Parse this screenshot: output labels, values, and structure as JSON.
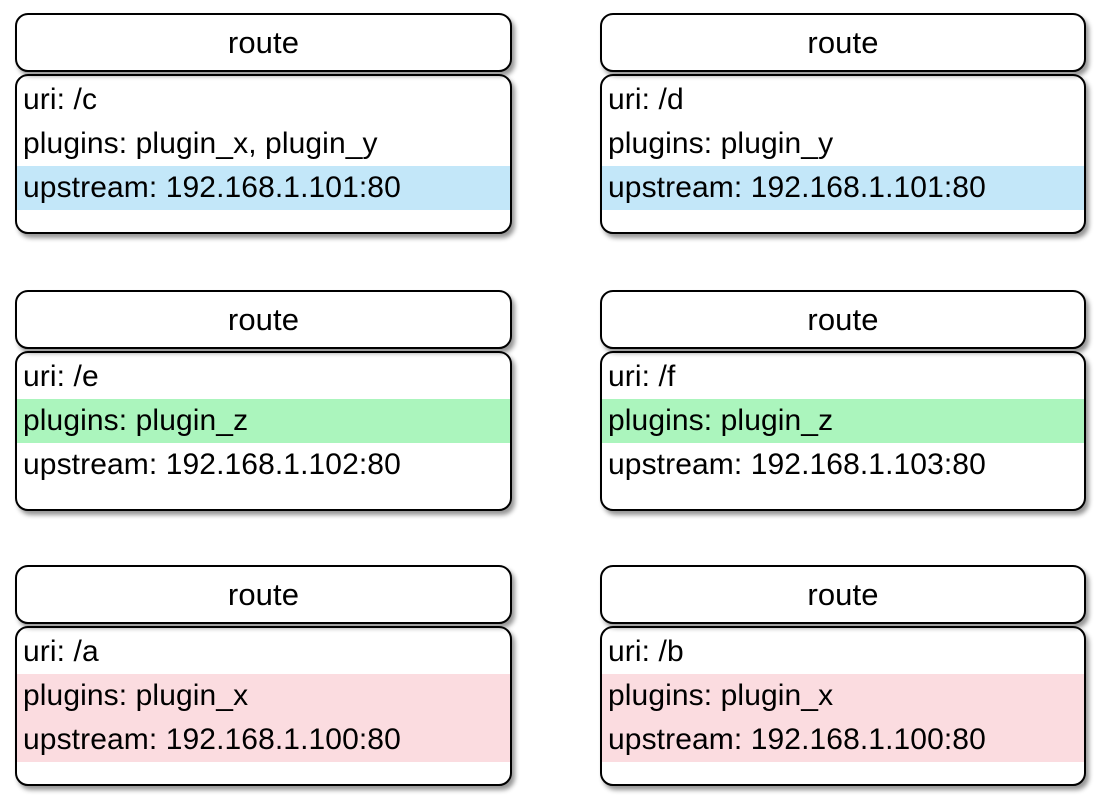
{
  "diagram": {
    "type": "uml-class-cards",
    "card_label": "route",
    "background_color": "#ffffff",
    "border_color": "#000000",
    "highlight_colors": {
      "blue": "#c3e7f9",
      "green": "#abf5bd",
      "pink": "#fbdce0",
      "none": "transparent"
    },
    "grid": {
      "rows": 3,
      "columns": 2
    }
  },
  "cards": [
    {
      "id": "route-c",
      "position": "row1-col1",
      "title": "route",
      "rows": [
        {
          "label": "uri",
          "text": "uri: /c",
          "highlight": "none"
        },
        {
          "label": "plugins",
          "text": "plugins: plugin_x, plugin_y",
          "highlight": "none"
        },
        {
          "label": "upstream",
          "text": "upstream: 192.168.1.101:80",
          "highlight": "blue"
        }
      ],
      "uri": "/c",
      "plugins": "plugin_x, plugin_y",
      "upstream": "192.168.1.101:80"
    },
    {
      "id": "route-d",
      "position": "row1-col2",
      "title": "route",
      "rows": [
        {
          "label": "uri",
          "text": "uri: /d",
          "highlight": "none"
        },
        {
          "label": "plugins",
          "text": "plugins: plugin_y",
          "highlight": "none"
        },
        {
          "label": "upstream",
          "text": "upstream: 192.168.1.101:80",
          "highlight": "blue"
        }
      ],
      "uri": "/d",
      "plugins": "plugin_y",
      "upstream": "192.168.1.101:80"
    },
    {
      "id": "route-e",
      "position": "row2-col1",
      "title": "route",
      "rows": [
        {
          "label": "uri",
          "text": "uri: /e",
          "highlight": "none"
        },
        {
          "label": "plugins",
          "text": "plugins: plugin_z",
          "highlight": "green"
        },
        {
          "label": "upstream",
          "text": "upstream: 192.168.1.102:80",
          "highlight": "none"
        }
      ],
      "uri": "/e",
      "plugins": "plugin_z",
      "upstream": "192.168.1.102:80"
    },
    {
      "id": "route-f",
      "position": "row2-col2",
      "title": "route",
      "rows": [
        {
          "label": "uri",
          "text": "uri: /f",
          "highlight": "none"
        },
        {
          "label": "plugins",
          "text": "plugins: plugin_z",
          "highlight": "green"
        },
        {
          "label": "upstream",
          "text": "upstream: 192.168.1.103:80",
          "highlight": "none"
        }
      ],
      "uri": "/f",
      "plugins": "plugin_z",
      "upstream": "192.168.1.103:80"
    },
    {
      "id": "route-a",
      "position": "row3-col1",
      "title": "route",
      "rows": [
        {
          "label": "uri",
          "text": "uri: /a",
          "highlight": "none"
        },
        {
          "label": "plugins",
          "text": "plugins: plugin_x",
          "highlight": "pink"
        },
        {
          "label": "upstream",
          "text": "upstream: 192.168.1.100:80",
          "highlight": "pink"
        }
      ],
      "uri": "/a",
      "plugins": "plugin_x",
      "upstream": "192.168.1.100:80"
    },
    {
      "id": "route-b",
      "position": "row3-col2",
      "title": "route",
      "rows": [
        {
          "label": "uri",
          "text": "uri: /b",
          "highlight": "none"
        },
        {
          "label": "plugins",
          "text": "plugins: plugin_x",
          "highlight": "pink"
        },
        {
          "label": "upstream",
          "text": "upstream: 192.168.1.100:80",
          "highlight": "pink"
        }
      ],
      "uri": "/b",
      "plugins": "plugin_x",
      "upstream": "192.168.1.100:80"
    }
  ]
}
